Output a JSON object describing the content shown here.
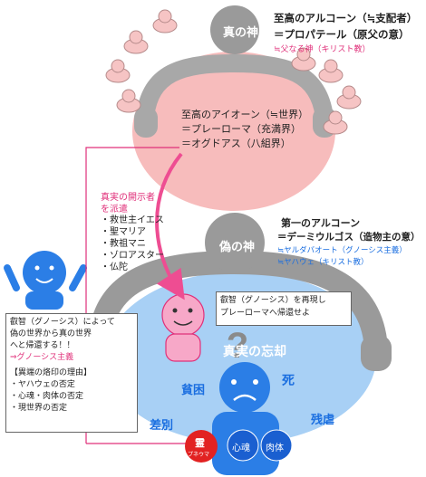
{
  "true_god": {
    "label": "真の神",
    "title_line1": "至高のアルコーン（≒支配者）",
    "title_line2": "＝プロパテール（原父の意）",
    "note": "≒父なる神（キリスト教）"
  },
  "pleroma": {
    "line1": "至高のアイオーン（≒世界）",
    "line2": "＝プレーローマ（充満界）",
    "line3": "＝オグドアス（八組界）"
  },
  "savior": {
    "heading_line1": "真実の開示者",
    "heading_line2": "を派遣",
    "items": [
      "・救世主イエス",
      "・聖マリア",
      "・教祖マニ",
      "・ゾロアスター",
      "・仏陀"
    ]
  },
  "false_god": {
    "label": "偽の神",
    "title_line1": "第一のアルコーン",
    "title_line2": "＝デーミウルゴス（造物主の意）",
    "note1": "≒ヤルダバオート（グノーシス主義）",
    "note2": "≒ヤハウェ（キリスト教）"
  },
  "speech": {
    "line1": "叡智（グノーシス）を再現し",
    "line2": "プレーローマへ帰還せよ"
  },
  "left_box": {
    "line1": "叡智（グノーシス）によって",
    "line2": "偽の世界から真の世界",
    "line3": "へと帰還する！！",
    "line4": "⇒グノーシス主義",
    "heresy_title": "【異端の烙印の理由】",
    "heresy_items": [
      "・ヤハウェの否定",
      "・心魂・肉体の否定",
      "・現世界の否定"
    ]
  },
  "world": {
    "oblivion": "真実の忘却",
    "question": "？",
    "poverty": "貧困",
    "death": "死",
    "discrimination": "差別",
    "cruelty": "残虐"
  },
  "human_parts": {
    "spirit": "霊",
    "spirit_sub": "プネウマ",
    "soul": "心魂",
    "body": "肉体"
  },
  "colors": {
    "pink_light": "#f7bcbc",
    "gray": "#9a9a9a",
    "blue_light": "#a8d0f5",
    "blue": "#2b7ee6",
    "red": "#e22222",
    "magenta": "#e0307a"
  }
}
